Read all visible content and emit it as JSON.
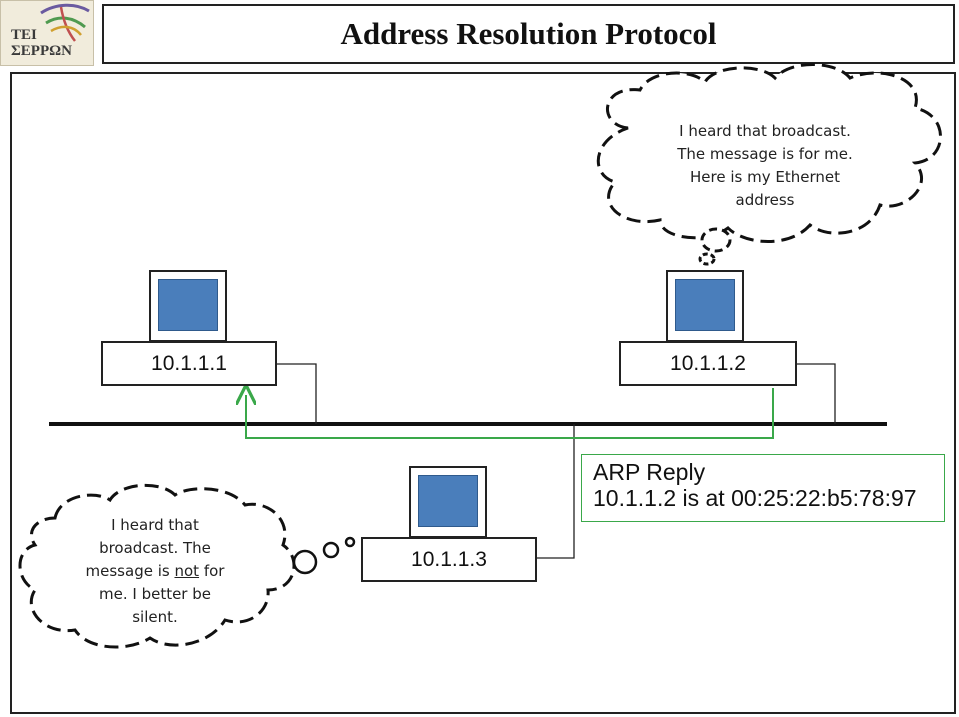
{
  "header": {
    "title": "Address Resolution Protocol"
  },
  "logo": {
    "line1": "TEI",
    "line2": "ΣΕΡΡΩΝ"
  },
  "hosts": [
    {
      "ip": "10.1.1.1"
    },
    {
      "ip": "10.1.1.2"
    },
    {
      "ip": "10.1.1.3"
    }
  ],
  "bubbles": {
    "host2": [
      "I heard that broadcast.",
      "The message is for me.",
      "Here is my Ethernet",
      "address"
    ],
    "host3": {
      "lines": [
        "I heard that",
        "broadcast. The"
      ],
      "line3_pre": "message is ",
      "line3_emph": "not",
      "line3_post": " for",
      "line4": "me. I better be",
      "line5": "silent."
    }
  },
  "reply": {
    "title": "ARP Reply",
    "detail": "10.1.1.2 is at 00:25:22:b5:78:97"
  },
  "colors": {
    "screen": "#4a7ebb",
    "reply_arrow": "#3aa84a",
    "logo_bg": "#f1ecdc"
  }
}
